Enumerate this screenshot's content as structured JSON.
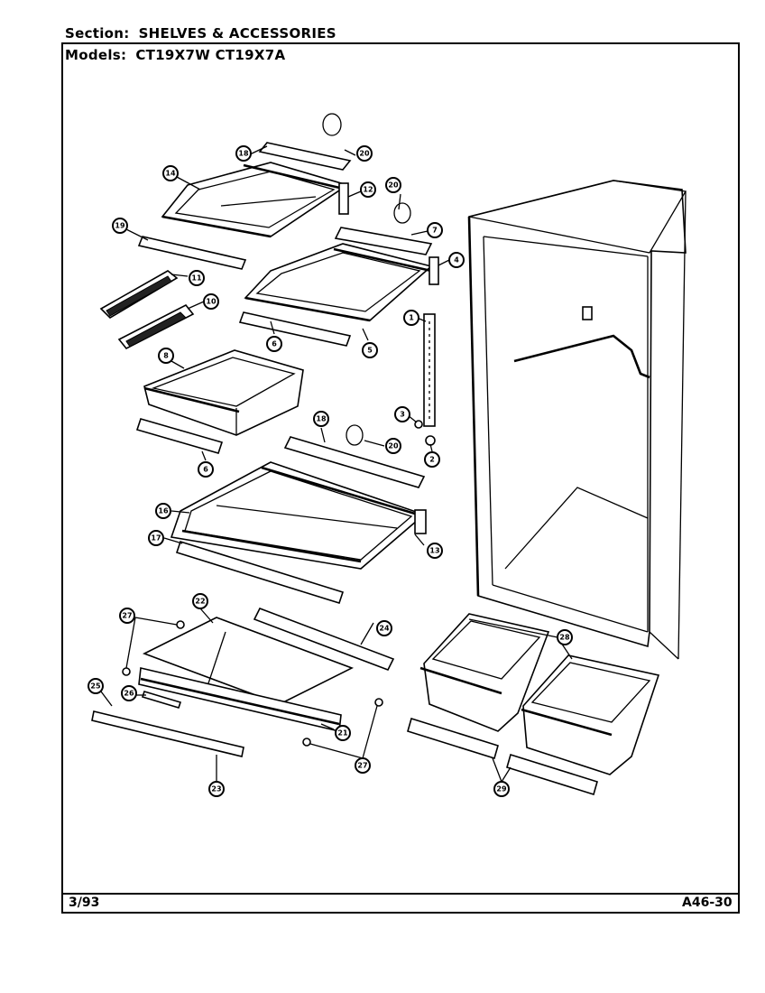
{
  "header": {
    "section_label": "Section:",
    "section_value": "SHELVES & ACCESSORIES",
    "models_label": "Models:",
    "models_value": "CT19X7W CT19X7A"
  },
  "footer": {
    "date": "3/93",
    "page_code": "A46-30"
  },
  "callouts": [
    {
      "id": "c18a",
      "label": "18"
    },
    {
      "id": "c20a",
      "label": "20"
    },
    {
      "id": "c14",
      "label": "14"
    },
    {
      "id": "c12",
      "label": "12"
    },
    {
      "id": "c20b",
      "label": "20"
    },
    {
      "id": "c19",
      "label": "19"
    },
    {
      "id": "c7",
      "label": "7"
    },
    {
      "id": "c4",
      "label": "4"
    },
    {
      "id": "c11",
      "label": "11"
    },
    {
      "id": "c10",
      "label": "10"
    },
    {
      "id": "c1",
      "label": "1"
    },
    {
      "id": "c6a",
      "label": "6"
    },
    {
      "id": "c5",
      "label": "5"
    },
    {
      "id": "c8",
      "label": "8"
    },
    {
      "id": "c3",
      "label": "3"
    },
    {
      "id": "c18b",
      "label": "18"
    },
    {
      "id": "c20c",
      "label": "20"
    },
    {
      "id": "c2",
      "label": "2"
    },
    {
      "id": "c6b",
      "label": "6"
    },
    {
      "id": "c16",
      "label": "16"
    },
    {
      "id": "c17",
      "label": "17"
    },
    {
      "id": "c13",
      "label": "13"
    },
    {
      "id": "c27a",
      "label": "27"
    },
    {
      "id": "c22",
      "label": "22"
    },
    {
      "id": "c24",
      "label": "24"
    },
    {
      "id": "c28",
      "label": "28"
    },
    {
      "id": "c25",
      "label": "25"
    },
    {
      "id": "c26",
      "label": "26"
    },
    {
      "id": "c21",
      "label": "21"
    },
    {
      "id": "c27b",
      "label": "27"
    },
    {
      "id": "c29",
      "label": "29"
    },
    {
      "id": "c23",
      "label": "23"
    }
  ]
}
